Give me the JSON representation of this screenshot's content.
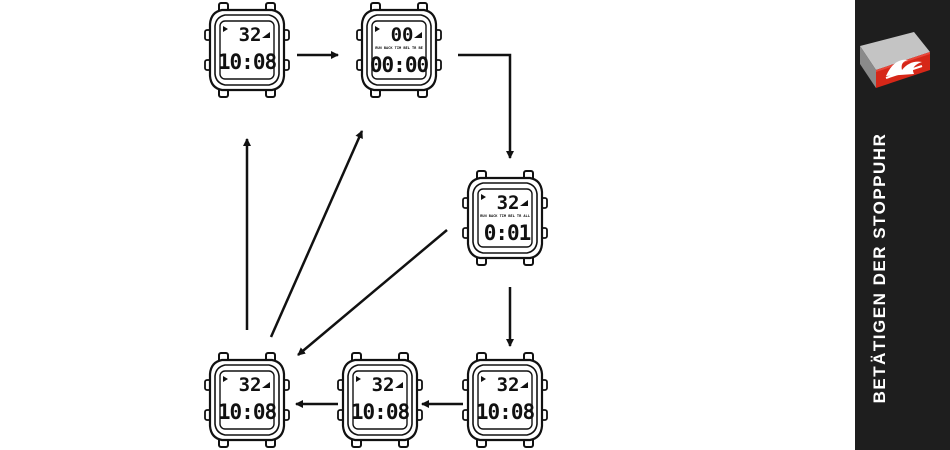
{
  "sidebar": {
    "title": "BETÄTIGEN DER STOPPUHR",
    "brand_color": "#d62718"
  },
  "icons": [
    "quiksilver-logo-icon",
    "watch-icon",
    "arrow-icon"
  ],
  "watches": [
    {
      "id": "watch-1",
      "top": "32",
      "bottom": "10:08",
      "label": "",
      "flag": true
    },
    {
      "id": "watch-2",
      "top": "00",
      "bottom": "00:00",
      "label": "RUN BACK TIM BEL TR BE",
      "flag": true
    },
    {
      "id": "watch-3",
      "top": "32",
      "bottom": "0:01",
      "label": "RUN BACK TIM BEL TR ALL",
      "flag": true
    },
    {
      "id": "watch-4",
      "top": "32",
      "bottom": "10:08",
      "label": "",
      "flag": true
    },
    {
      "id": "watch-5",
      "top": "32",
      "bottom": "10:08",
      "label": "",
      "flag": true
    },
    {
      "id": "watch-6",
      "top": "32",
      "bottom": "10:08",
      "label": "",
      "flag": true
    }
  ]
}
